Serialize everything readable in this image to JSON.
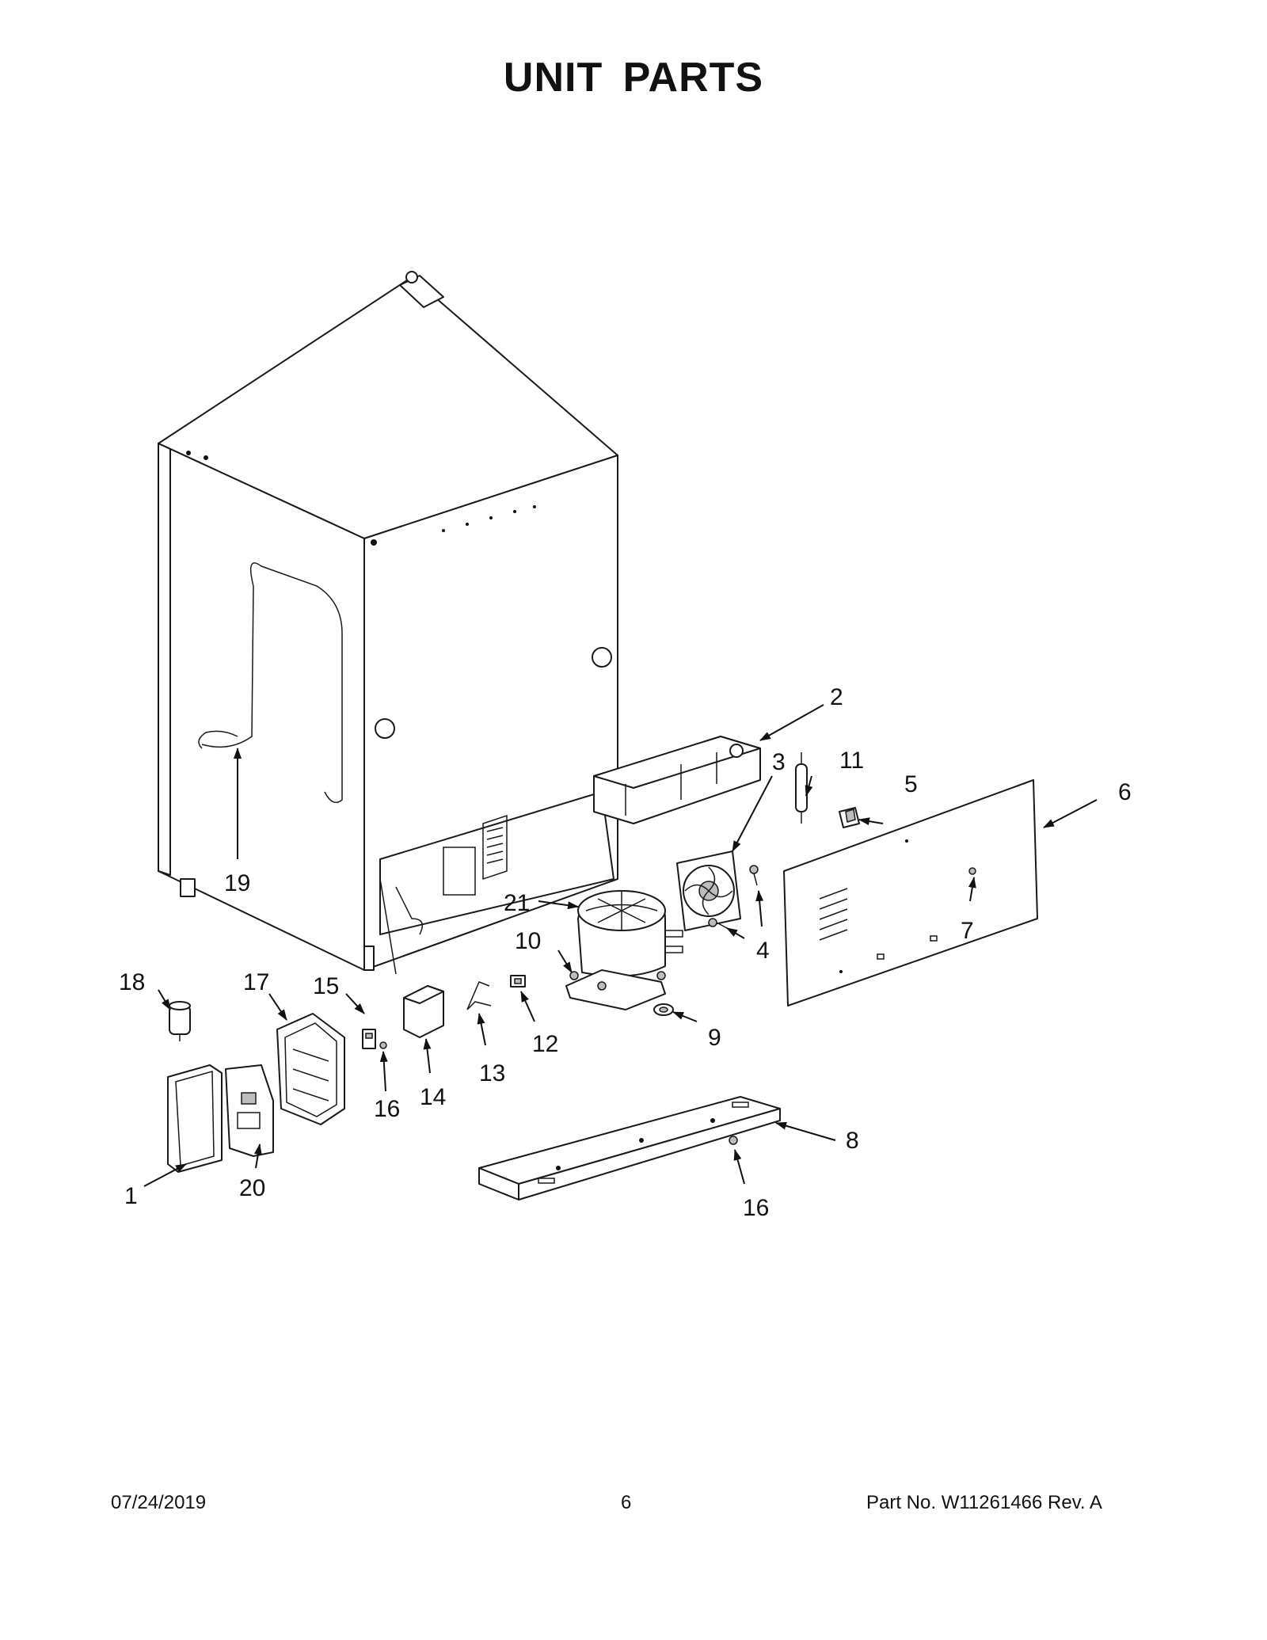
{
  "page": {
    "title": "UNIT  PARTS",
    "footer": {
      "date": "07/24/2019",
      "page_number": "6",
      "part_no": "Part No.  W11261466  Rev.  A"
    }
  },
  "callouts": [
    "1",
    "2",
    "3",
    "4",
    "5",
    "6",
    "7",
    "8",
    "9",
    "10",
    "11",
    "12",
    "13",
    "14",
    "15",
    "16",
    "17",
    "18",
    "19",
    "20",
    "21",
    "16"
  ]
}
